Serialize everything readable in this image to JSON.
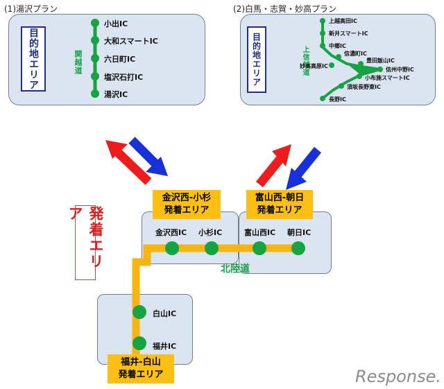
{
  "plans": {
    "yuzawa": {
      "title": "(1)湯沢プラン",
      "destination": "目的地エリア",
      "road": "関越道",
      "ics": [
        "小出IC",
        "大和スマートIC",
        "六日町IC",
        "塩沢石打IC",
        "湯沢IC"
      ]
    },
    "hakuba": {
      "title": "(2)白馬・志賀・妙高プラン",
      "destination": "目的地エリア",
      "road": "上信越道",
      "ics": [
        "上越高田IC",
        "新井スマートIC",
        "中郷IC",
        "信濃町IC",
        "妙高高原IC",
        "豊田飯山IC",
        "信州中野IC",
        "小布施スマートIC",
        "須坂長野東IC",
        "長野IC"
      ]
    }
  },
  "departure": {
    "label": "発着エリア",
    "road": "北陸道",
    "areas": {
      "kanazawa": "金沢西-小杉\n発着エリア",
      "toyama": "富山西-朝日\n発着エリア",
      "fukui": "福井-白山\n発着エリア"
    },
    "ics": [
      "金沢西IC",
      "小杉IC",
      "富山西IC",
      "朝日IC",
      "白山IC",
      "福井IC"
    ]
  },
  "logo": "Response.",
  "colors": {
    "road": "#f6b512",
    "station": "#17a243",
    "panel": "#dbe5f1",
    "arrow_red": "#ee1c1c",
    "arrow_blue": "#1730d8",
    "dest_text": "#1f2d86"
  }
}
